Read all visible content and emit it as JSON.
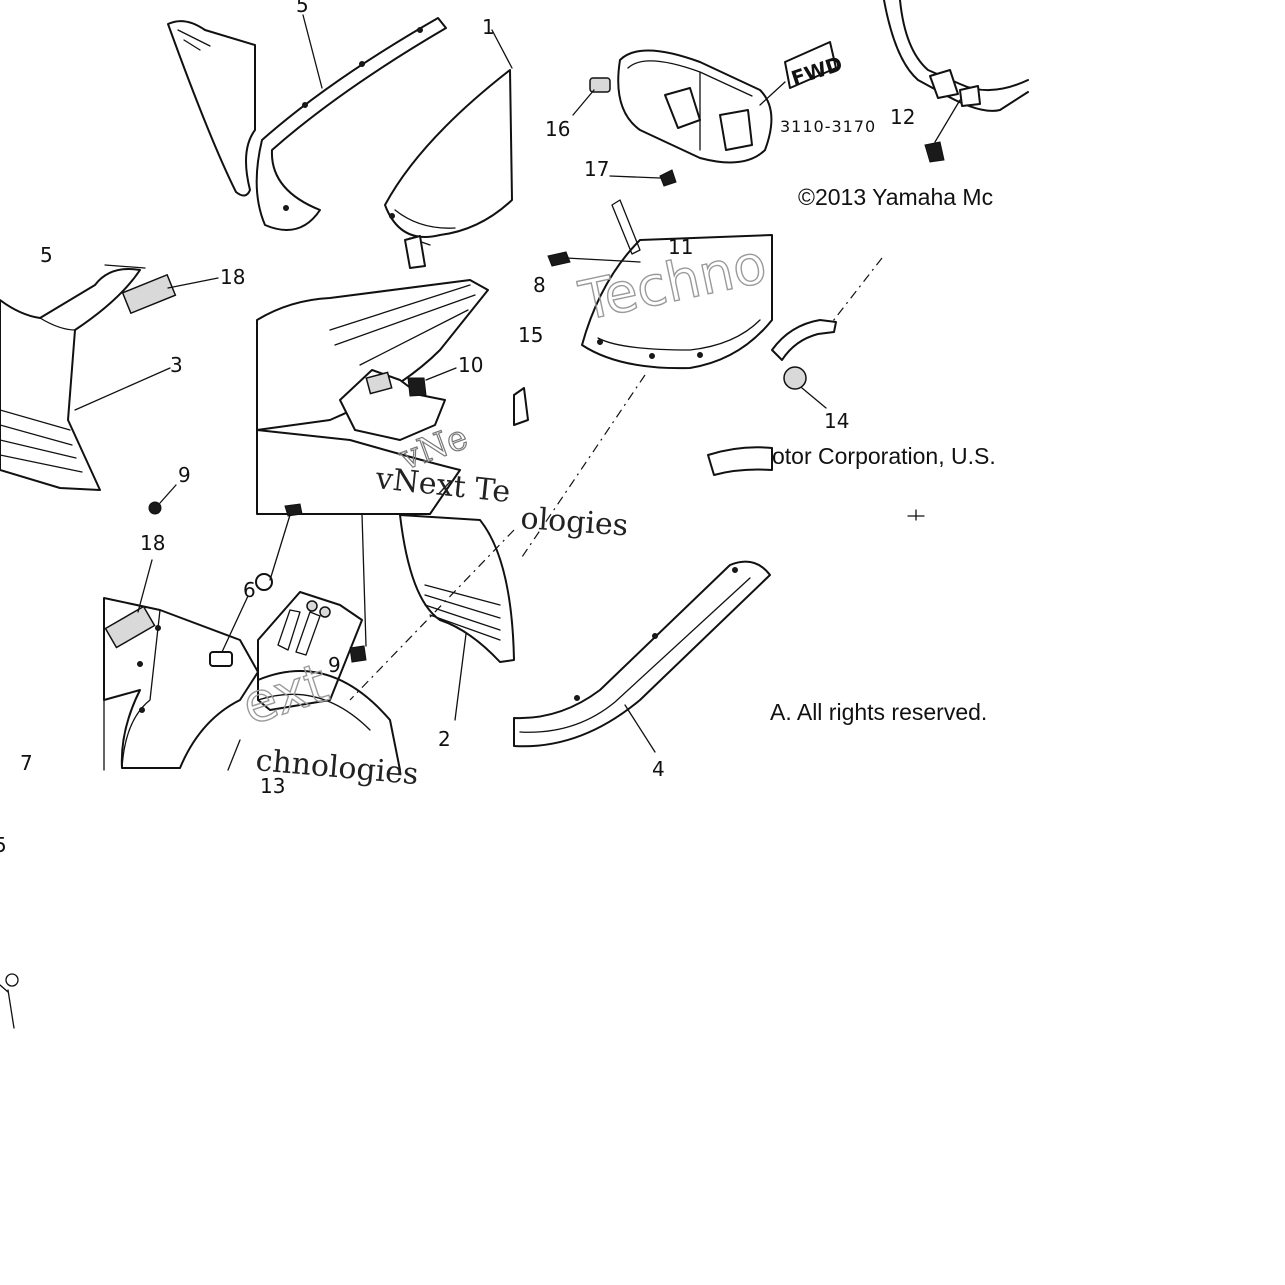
{
  "diagram": {
    "callouts": {
      "c1": "1",
      "c2": "2",
      "c3": "3",
      "c4": "4",
      "c5": "5",
      "c6": "6",
      "c7": "7",
      "c8": "8",
      "c9a": "9",
      "c9b": "9",
      "c10": "10",
      "c11": "11",
      "c12": "12",
      "c13": "13",
      "c14": "14",
      "c15": "15",
      "c16": "16",
      "c17": "17",
      "c18a": "18",
      "c18b": "18"
    },
    "part_code": "3110-3170",
    "fwd_label": "FWD",
    "copyright": {
      "line1": "©2013 Yamaha Mc",
      "line2": "otor Corporation, U.S.",
      "line3": "A. All rights reserved."
    },
    "watermark": {
      "technologies": "Techno",
      "vnext": "vNext Te",
      "ologies": "ologies",
      "next": "ext",
      "echnologies": "chnologies",
      "vn": "vNe"
    }
  }
}
